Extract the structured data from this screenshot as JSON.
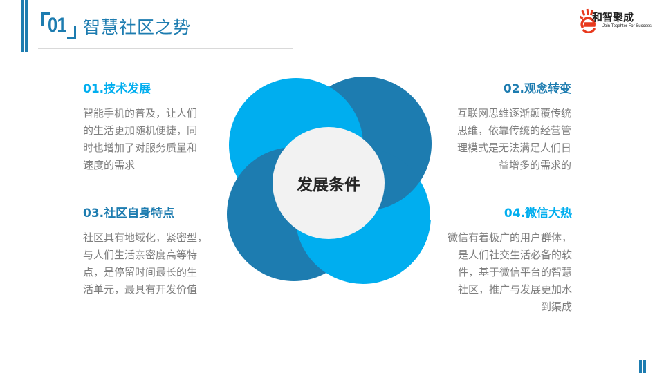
{
  "header": {
    "section_number": "01",
    "title": "智慧社区之势"
  },
  "logo": {
    "name_zh": "和智聚成",
    "slogan_en": "Join Togehter For Success",
    "icon": "e-sunburst-logo-icon"
  },
  "diagram": {
    "center_label": "发展条件",
    "colors": {
      "light_blue": "#00aeef",
      "dark_blue": "#1d7cb0",
      "center_gray": "#f2f2f2"
    }
  },
  "conditions": [
    {
      "title": "01.技术发展",
      "lines": [
        "智能手机的普及，让人们",
        "的生活更加随机便捷，同",
        "时也增加了对服务质量和",
        "速度的需求"
      ]
    },
    {
      "title": "02.观念转变",
      "lines": [
        "互联网思维逐渐颠覆传统",
        "思维，依靠传统的经营管",
        "理模式是无法满足人们日",
        "益增多的需求的"
      ]
    },
    {
      "title": "03.社区自身特点",
      "lines": [
        "社区具有地域化，紧密型，",
        "与人们生活亲密度高等特",
        "点，是停留时间最长的生",
        "活单元，最具有开发价值"
      ]
    },
    {
      "title": "04.微信大热",
      "lines": [
        "微信有着极广的用户群体，",
        "是人们社交生活必备的软",
        "件，基于微信平台的智慧",
        "社区，推广与发展更加水",
        "到渠成"
      ]
    }
  ]
}
